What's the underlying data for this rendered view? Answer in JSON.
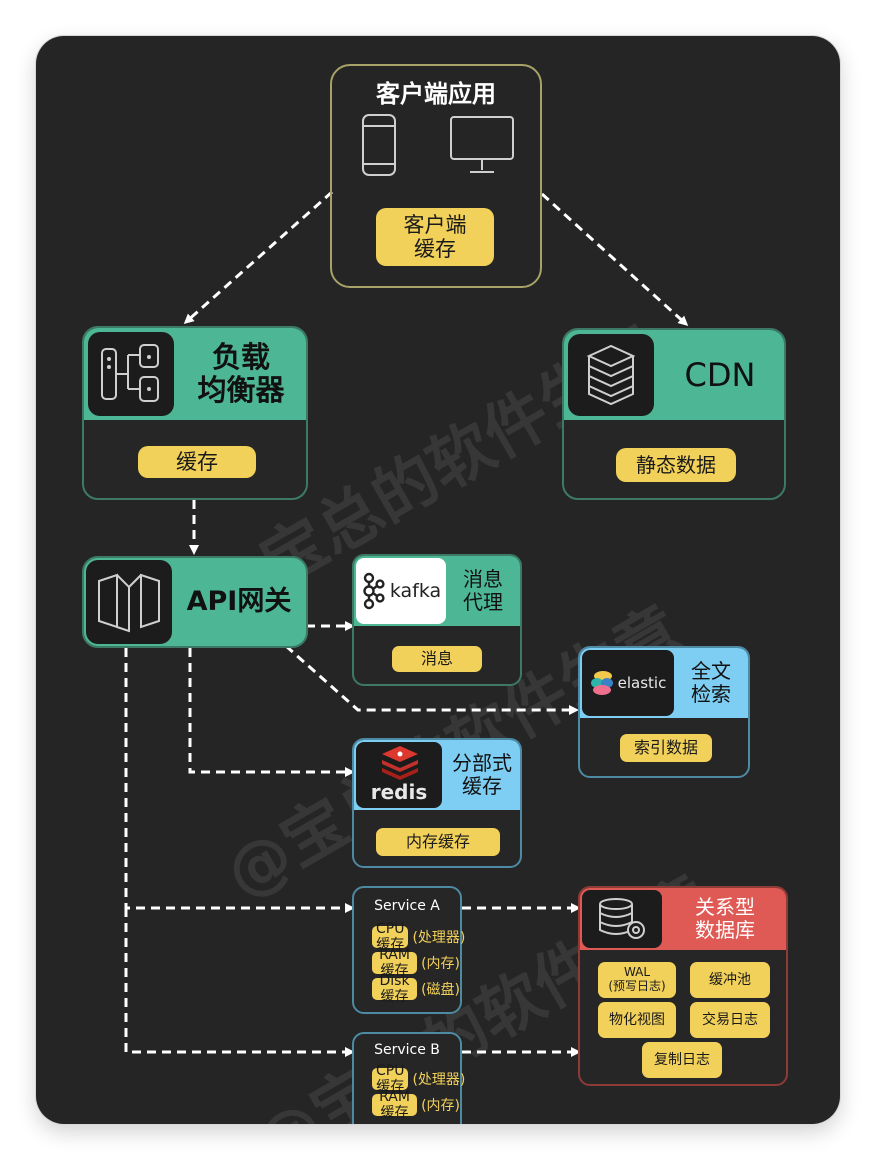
{
  "client": {
    "title": "客户端应用",
    "cache_label": "客户端\n缓存"
  },
  "load_balancer": {
    "title": "负载\n均衡器",
    "cache_label": "缓存"
  },
  "cdn": {
    "title": "CDN",
    "cache_label": "静态数据"
  },
  "api_gateway": {
    "title": "API网关"
  },
  "kafka": {
    "logo_text": "kafka",
    "title": "消息\n代理",
    "cache_label": "消息"
  },
  "elastic": {
    "logo_text": "elastic",
    "title": "全文\n检索",
    "cache_label": "索引数据"
  },
  "redis": {
    "logo_text": "redis",
    "title": "分部式\n缓存",
    "cache_label": "内存缓存"
  },
  "service_a": {
    "title": "Service A",
    "caches": [
      {
        "label": "CPU缓存",
        "note": "(处理器)"
      },
      {
        "label": "RAM缓存",
        "note": "(内存)"
      },
      {
        "label": "Disk缓存",
        "note": "(磁盘)"
      }
    ]
  },
  "service_b": {
    "title": "Service B",
    "caches": [
      {
        "label": "CPU缓存",
        "note": "(处理器)"
      },
      {
        "label": "RAM缓存",
        "note": "(内存)"
      }
    ]
  },
  "database": {
    "title": "关系型\n数据库",
    "caches": [
      "WAL\n(预写日志)",
      "缓冲池",
      "物化视图",
      "交易日志",
      "复制日志"
    ]
  },
  "watermark": "@宝总的软件生意",
  "colors": {
    "background": "#252525",
    "green": "#4db694",
    "blue": "#7ecdf2",
    "red": "#e05a55",
    "yellow": "#f2d15a",
    "border_green": "#3d7a66",
    "border_gold": "#a7a267"
  },
  "icons": [
    "mobile-phone-icon",
    "desktop-monitor-icon",
    "server-rack-icon",
    "server-stack-icon",
    "gateway-panels-icon",
    "kafka-logo-icon",
    "elastic-logo-icon",
    "redis-logo-icon",
    "database-gear-icon"
  ]
}
